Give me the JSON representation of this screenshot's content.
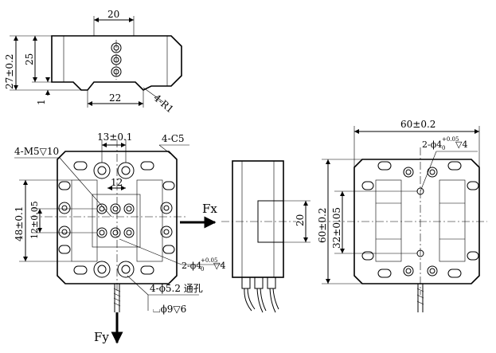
{
  "top_view": {
    "width_top": "20",
    "height": "27±0.2",
    "body_height": "25",
    "width_bottom": "22",
    "corner_radius": "4-R1",
    "gap": "1"
  },
  "front_view": {
    "hole_spacing": "13±0.1",
    "chamfer": "4-C5",
    "threaded_holes": "4-M5▽10",
    "inner_spacing": "12",
    "height": "48±0.1",
    "inner_height": "12±0.05",
    "pin_holes_main": "2-ϕ4",
    "pin_holes_tol": "+0.05",
    "pin_holes_tol_low": "0",
    "pin_holes_depth": "▽4",
    "through_holes": "4-ϕ5.2 通孔",
    "counterbore": "⌴ϕ9▽6",
    "force_x": "Fx",
    "force_y": "Fy"
  },
  "side_view": {
    "height": "20"
  },
  "right_view": {
    "width": "60±0.2",
    "height": "60±0.2",
    "inner_height": "32±0.05",
    "pin_holes_main": "2-ϕ4",
    "pin_holes_tol": "+0.05",
    "pin_holes_tol_low": "0",
    "pin_holes_depth": "▽4"
  }
}
